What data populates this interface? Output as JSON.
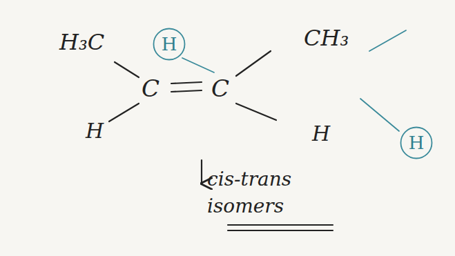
{
  "diagram": {
    "nodes": [
      {
        "text": [
          "H"
        ]
      },
      {
        "text": [
          "H"
        ]
      }
    ],
    "labels": [
      "H₃C",
      "H",
      "C",
      "C",
      "CH₃",
      "H",
      "cis-trans isomers"
    ]
  }
}
